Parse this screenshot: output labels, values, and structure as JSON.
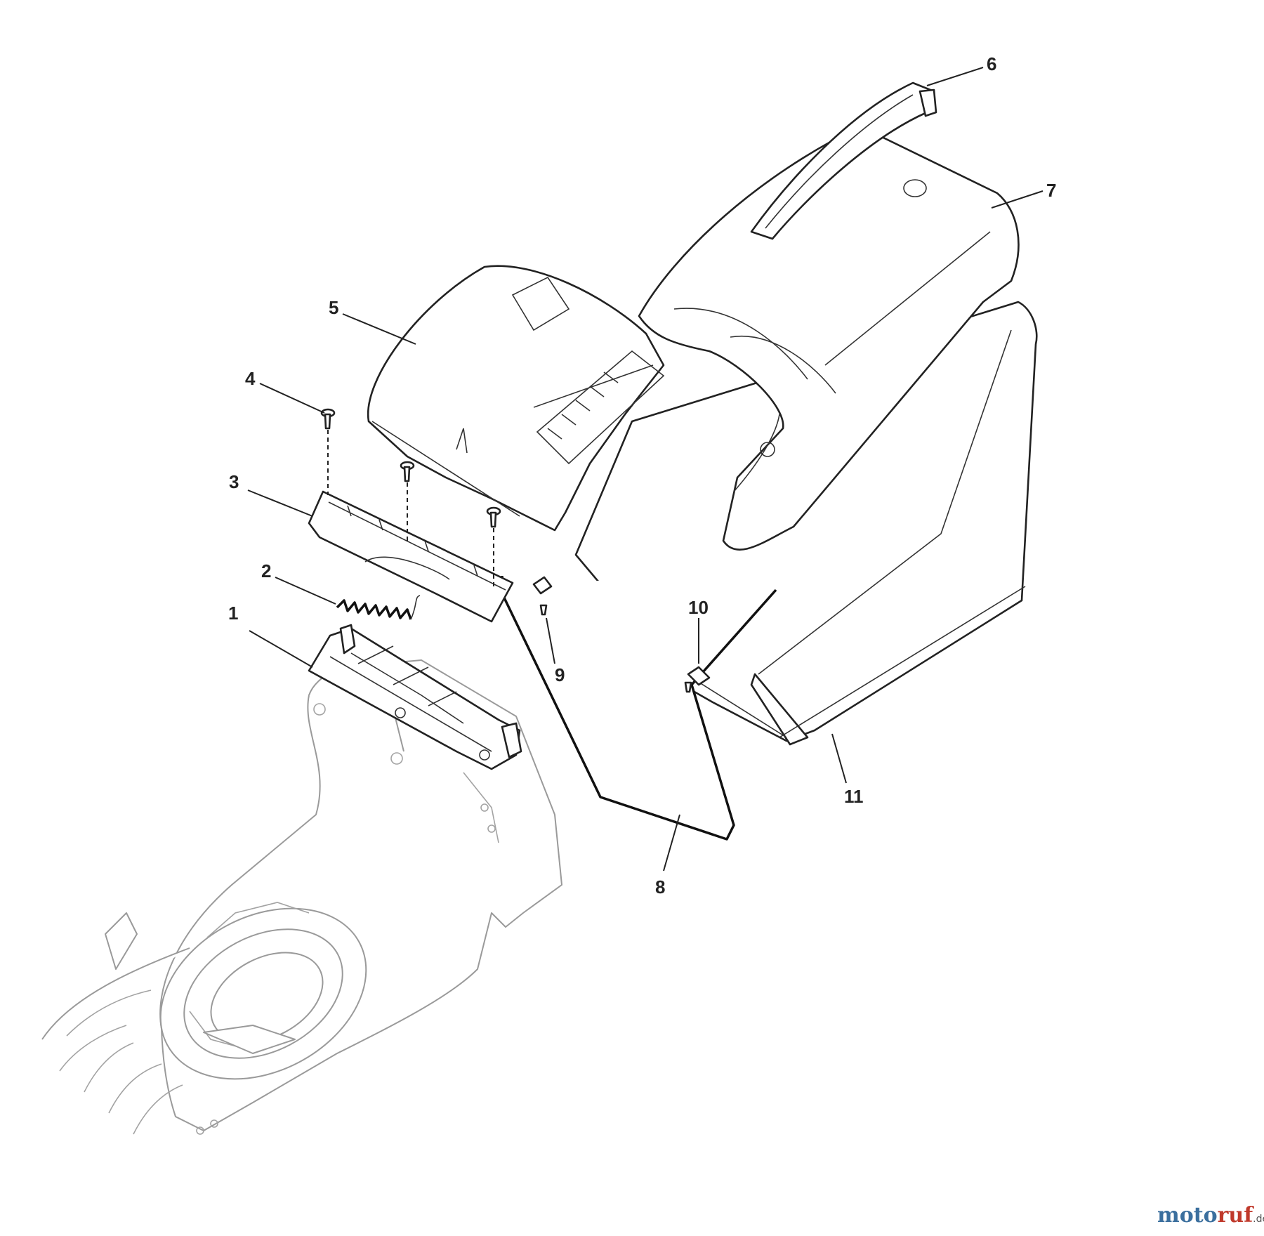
{
  "callouts": [
    {
      "id": "1",
      "label": "1"
    },
    {
      "id": "2",
      "label": "2"
    },
    {
      "id": "3",
      "label": "3"
    },
    {
      "id": "4",
      "label": "4"
    },
    {
      "id": "5",
      "label": "5"
    },
    {
      "id": "6",
      "label": "6"
    },
    {
      "id": "7",
      "label": "7"
    },
    {
      "id": "8",
      "label": "8"
    },
    {
      "id": "9",
      "label": "9"
    },
    {
      "id": "10",
      "label": "10"
    },
    {
      "id": "11",
      "label": "11"
    }
  ],
  "watermark": {
    "name_part1": "moto",
    "name_part2": "ruf",
    "suffix": ".de"
  }
}
